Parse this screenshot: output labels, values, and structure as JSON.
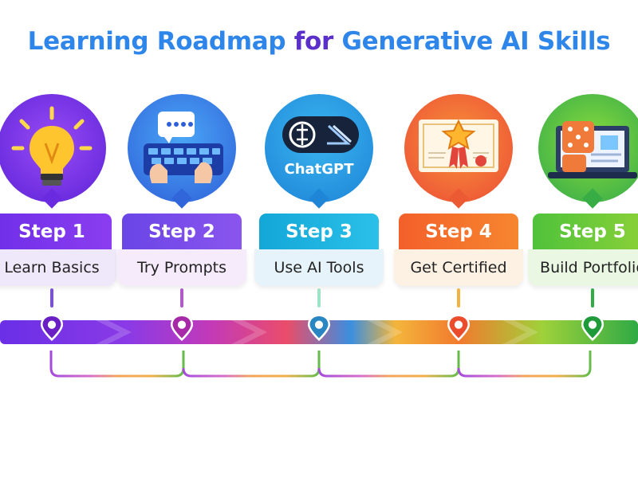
{
  "title": {
    "part1": "Learning Roadmap",
    "part2": "for",
    "part3": "Generative AI Skills"
  },
  "steps": [
    {
      "step": "Step 1",
      "label": "Learn Basics",
      "icon": "lightbulb-icon",
      "color": "#7b2cf0",
      "light": "#efe8fb"
    },
    {
      "step": "Step 2",
      "label": "Try Prompts",
      "icon": "keyboard-chat-icon",
      "color": "#7a42e4",
      "light": "#f6ebfb"
    },
    {
      "step": "Step 3",
      "label": "Use AI Tools",
      "icon": "chatgpt-logo",
      "color": "#19a3d9",
      "light": "#e7f3fb",
      "icon_text": "ChatGPT"
    },
    {
      "step": "Step 4",
      "label": "Get Certified",
      "icon": "certificate-icon",
      "color": "#f2642a",
      "light": "#fcf1e3"
    },
    {
      "step": "Step 5",
      "label": "Build Portfolio",
      "icon": "laptop-portfolio-icon",
      "color": "#37b84a",
      "light": "#eaf7e3"
    }
  ],
  "colors": {
    "purple": "#6d2ee6",
    "magenta": "#b33ec6",
    "blue": "#2b8fd4",
    "orange": "#f26a2c",
    "green": "#2fae46"
  }
}
